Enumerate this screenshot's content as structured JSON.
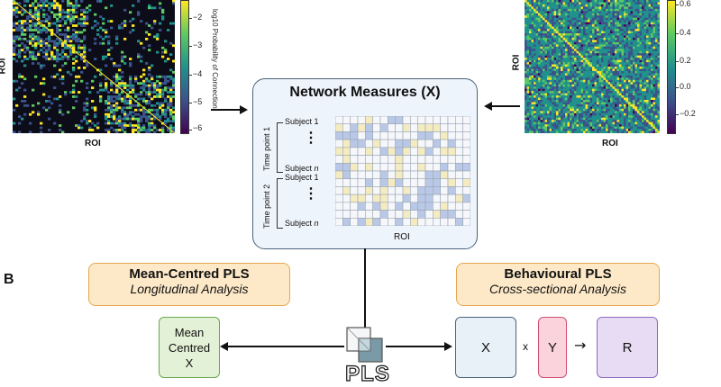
{
  "panel_a": {
    "left_matrix": {
      "ylabel": "ROI",
      "xlabel": "ROI",
      "colorbar_label": "log10 Probability of Connection",
      "colorbar_ticks": [
        "−2",
        "−3",
        "−4",
        "−5",
        "−6"
      ]
    },
    "right_matrix": {
      "ylabel": "ROI",
      "xlabel": "ROI",
      "colorbar_ticks": [
        "0.6",
        "0.4",
        "0.2",
        "0.0",
        "−0.2"
      ]
    },
    "network_box": {
      "title": "Network Measures (X)",
      "time_point_1": "Time point 1",
      "time_point_2": "Time point 2",
      "subject_1": "Subject 1",
      "subject_n_prefix": "Subject ",
      "subject_n_suffix": "n",
      "dots": "⋮",
      "xlabel": "ROI"
    }
  },
  "panel_b": {
    "label": "B",
    "mean_centred": {
      "title": "Mean-Centred PLS",
      "subtitle": "Longitudinal Analysis"
    },
    "behavioural": {
      "title": "Behavioural PLS",
      "subtitle": "Cross-sectional Analysis"
    },
    "mean_centred_node": [
      "Mean",
      "Centred",
      "X"
    ],
    "x_node": "X",
    "times_sign": "x",
    "y_node": "Y",
    "arrow_sign": "→",
    "r_node": "R",
    "logo_text": "PLS"
  },
  "colors": {
    "viridis": [
      "#440154",
      "#3b528b",
      "#21918c",
      "#5ec962",
      "#fde725"
    ],
    "box_border": "#4a6378",
    "box_fill": "#eef4fb",
    "orange_fill": "#fde9c8",
    "orange_border": "#e5a650",
    "green_fill": "#e3f2d6",
    "green_border": "#6aa84f",
    "blue_fill": "#e8f0f8",
    "pink_fill": "#fbd3dc",
    "pink_border": "#d05070",
    "purple_fill": "#e8dcf4",
    "purple_border": "#8e6bbf"
  }
}
